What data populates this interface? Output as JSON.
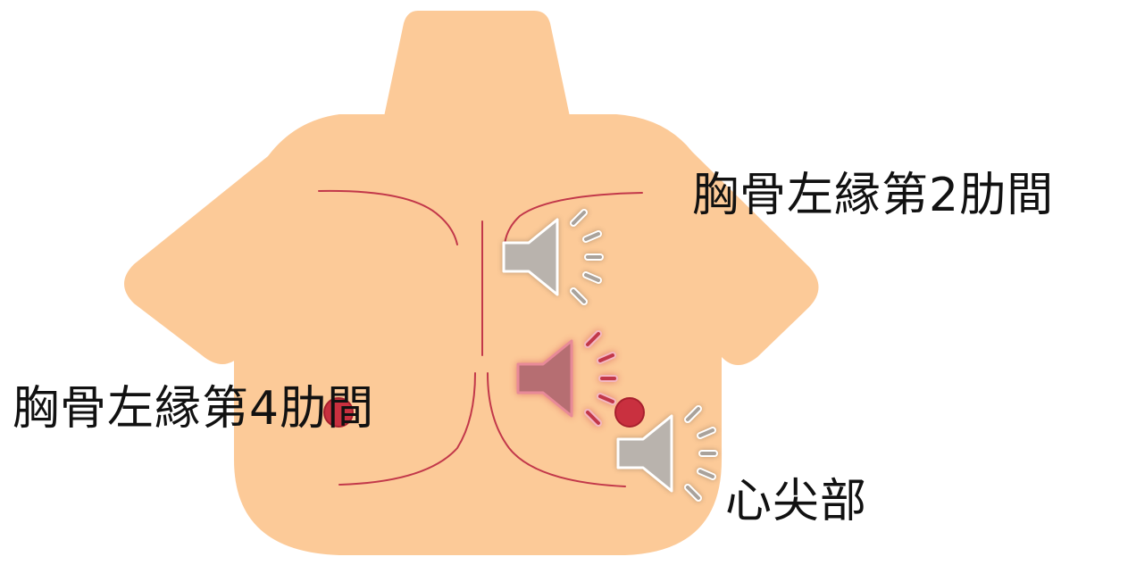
{
  "labels": {
    "second_intercostal": "胸骨左縁第2肋間",
    "fourth_intercostal": "胸骨左縁第4肋間",
    "apex": "心尖部"
  },
  "colors": {
    "skin": "#fcca98",
    "anatomy_line": "#c2384a",
    "point_fill": "#c9303f",
    "speaker_gray_fill": "#b9b3ad",
    "speaker_gray_stroke": "#ffffff",
    "speaker_red_fill": "#b66e72",
    "speaker_red_stroke": "#e88a98"
  },
  "icons": {
    "speaker_second": "speaker-icon",
    "speaker_fourth": "speaker-icon",
    "speaker_apex": "speaker-icon"
  }
}
